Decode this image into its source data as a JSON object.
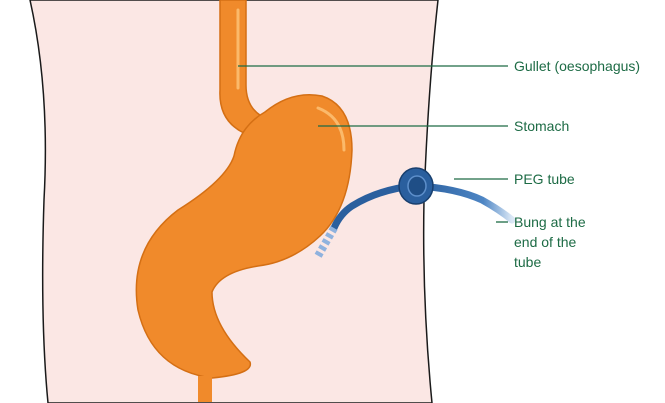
{
  "labels": {
    "gullet": "Gullet (oesophagus)",
    "stomach": "Stomach",
    "peg_tube": "PEG tube",
    "bung_line1": "Bung at the",
    "bung_line2": "end of the",
    "bung_line3": "tube"
  },
  "colors": {
    "skin": "#fbe7e4",
    "outline": "#1a1a1a",
    "stomach": "#f08a2b",
    "stomach_highlight": "#fbb96a",
    "tube": "#2a5f9e",
    "tube_light": "#5d8fcb",
    "leader": "#1d6b45"
  }
}
